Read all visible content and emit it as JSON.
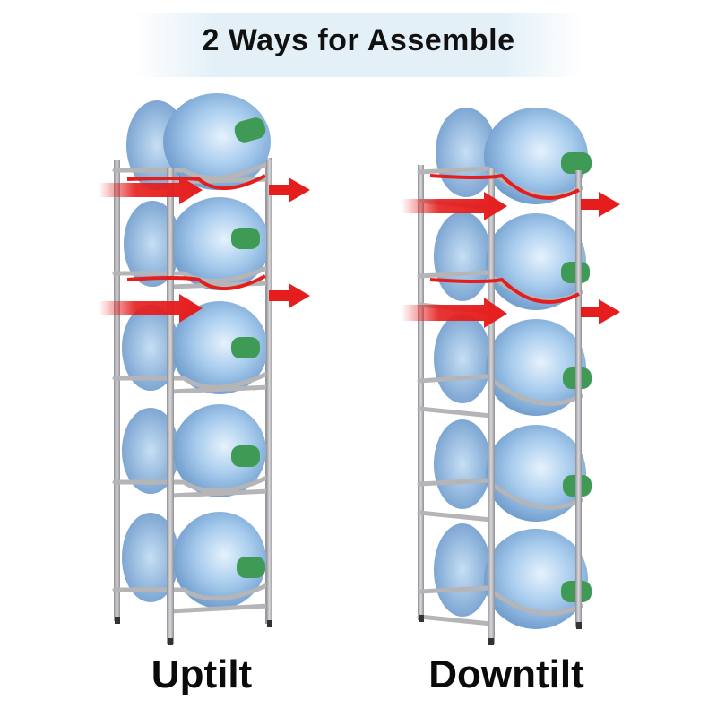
{
  "title": "2 Ways for Assemble",
  "racks": [
    {
      "label": "Uptilt",
      "levels": 5
    },
    {
      "label": "Downtilt",
      "levels": 5
    }
  ],
  "colors": {
    "arrow": "#e51d1d",
    "bottle": "#9ec4e6",
    "rack": "#a8a8ac",
    "cap": "#3f9a55"
  }
}
